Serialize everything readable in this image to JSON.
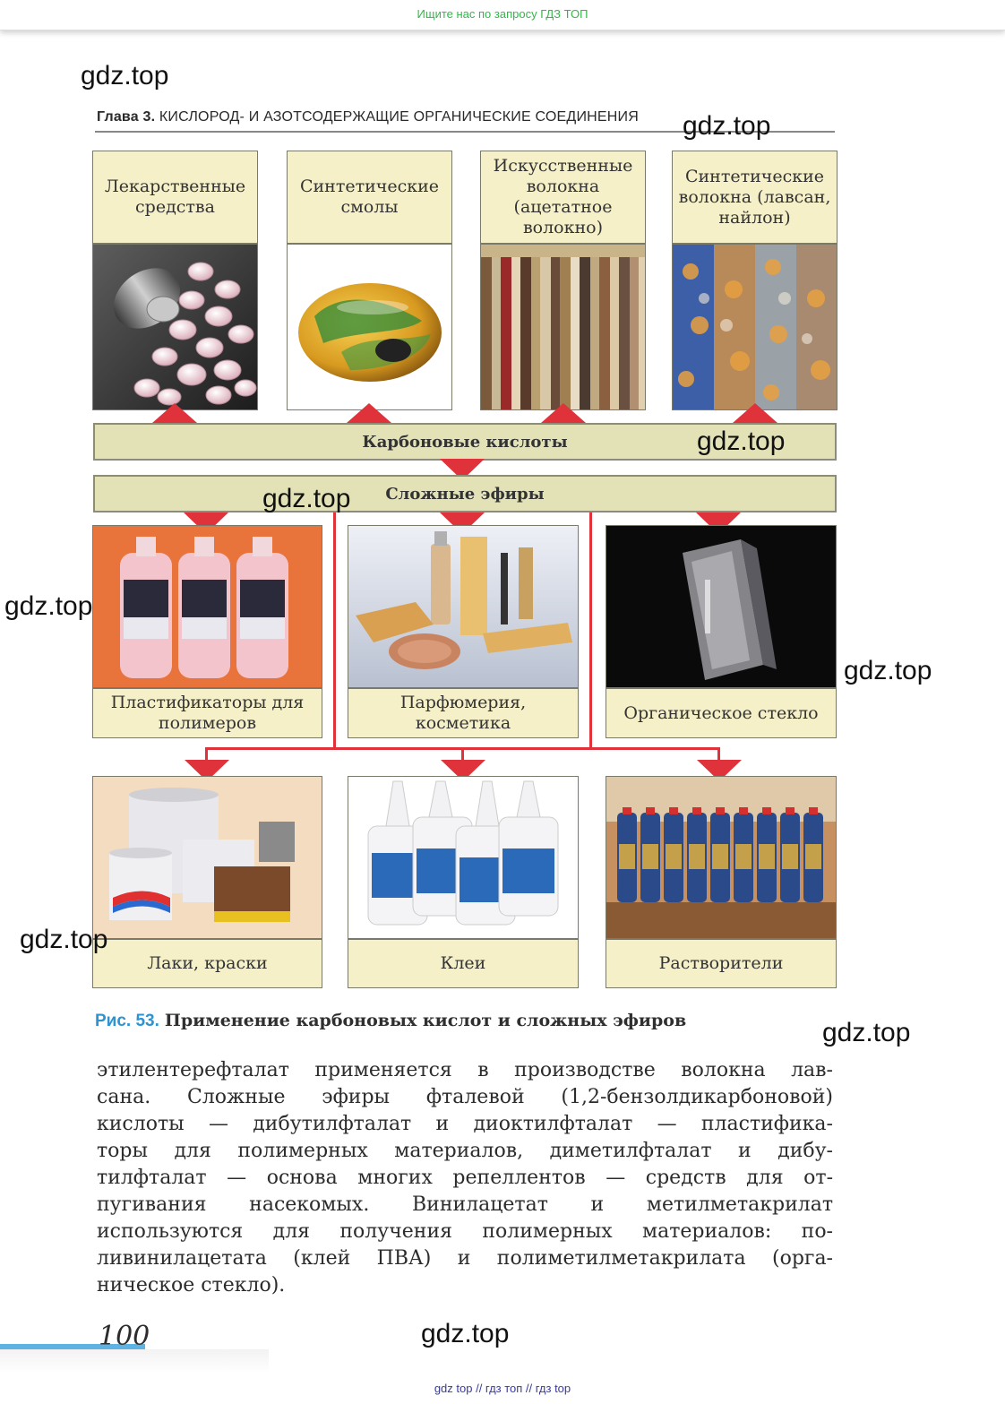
{
  "top_banner": "Ищите нас по запросу ГДЗ ТОП",
  "watermark": "gdz.top",
  "chapter": {
    "prefix": "Глава 3.",
    "title": "КИСЛОРОД- И АЗОТСОДЕРЖАЩИЕ ОРГАНИЧЕСКИЕ СОЕДИНЕНИЯ"
  },
  "diagram": {
    "top_items": [
      {
        "label": "Лекарственные средства"
      },
      {
        "label": "Синтетические смолы"
      },
      {
        "label": "Искусственные волокна (ацетатное волокно)"
      },
      {
        "label": "Синтетические волокна (лавсан, найлон)"
      }
    ],
    "band_acids": "Карбоновые кислоты",
    "band_esters": "Сложные эфиры",
    "middle_items": [
      {
        "label": "Пластификаторы для полимеров"
      },
      {
        "label": "Парфюмерия, косметика"
      },
      {
        "label": "Органическое стекло"
      }
    ],
    "bottom_items": [
      {
        "label": "Лаки, краски"
      },
      {
        "label": "Клеи"
      },
      {
        "label": "Растворители"
      }
    ],
    "arrow_color": "#e0323a",
    "caption_bg": "#f5f0c7"
  },
  "figure": {
    "number": "Рис. 53.",
    "caption": "Применение карбоновых кислот и сложных эфиров"
  },
  "body_lines": [
    "этилентерефталат применяется в производстве волокна лав-",
    "сана. Сложные эфиры фталевой (1,2-бензолдикарбоновой)",
    "кислоты — дибутилфталат и диоктилфталат — пластифика-",
    "торы для полимерных материалов, диметилфталат и дибу-",
    "тилфталат — основа многих репеллентов — средств для от-",
    "пугивания насекомых. Винилацетат и метилметакрилат",
    "используются для получения полимерных материалов: по-",
    "ливинилацетата (клей ПВА) и полиметилметакрилата (орга-",
    "ническое стекло)."
  ],
  "page_number": "100",
  "footer": "gdz top  //  гдз топ  //  гдз top"
}
